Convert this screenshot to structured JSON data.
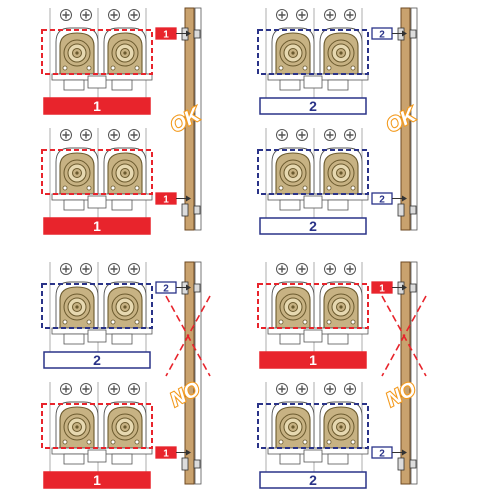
{
  "colors": {
    "red": "#e8242c",
    "blue": "#2a3388",
    "orange": "#f39a1e",
    "wood": "#c9a26e",
    "wood_edge": "#6e4a23",
    "brass": "#c7b283",
    "brass_dark": "#6b5a2e",
    "line": "#555555"
  },
  "panels": [
    {
      "pair_labels": [
        "1",
        "1"
      ],
      "pair_styles": [
        "red",
        "red"
      ],
      "tag_labels": [
        "1",
        "1"
      ],
      "tag_styles": [
        "red",
        "red"
      ],
      "verdict": "OK",
      "cross": false
    },
    {
      "pair_labels": [
        "2",
        "2"
      ],
      "pair_styles": [
        "blue",
        "blue"
      ],
      "tag_labels": [
        "2",
        "2"
      ],
      "tag_styles": [
        "blue",
        "blue"
      ],
      "verdict": "OK",
      "cross": false
    },
    {
      "pair_labels": [
        "2",
        "1"
      ],
      "pair_styles": [
        "blue",
        "red"
      ],
      "tag_labels": [
        "2",
        "1"
      ],
      "tag_styles": [
        "blue",
        "red"
      ],
      "verdict": "NO",
      "cross": true
    },
    {
      "pair_labels": [
        "1",
        "2"
      ],
      "pair_styles": [
        "red",
        "blue"
      ],
      "tag_labels": [
        "1",
        "2"
      ],
      "tag_styles": [
        "red",
        "blue"
      ],
      "verdict": "NO",
      "cross": true
    }
  ]
}
